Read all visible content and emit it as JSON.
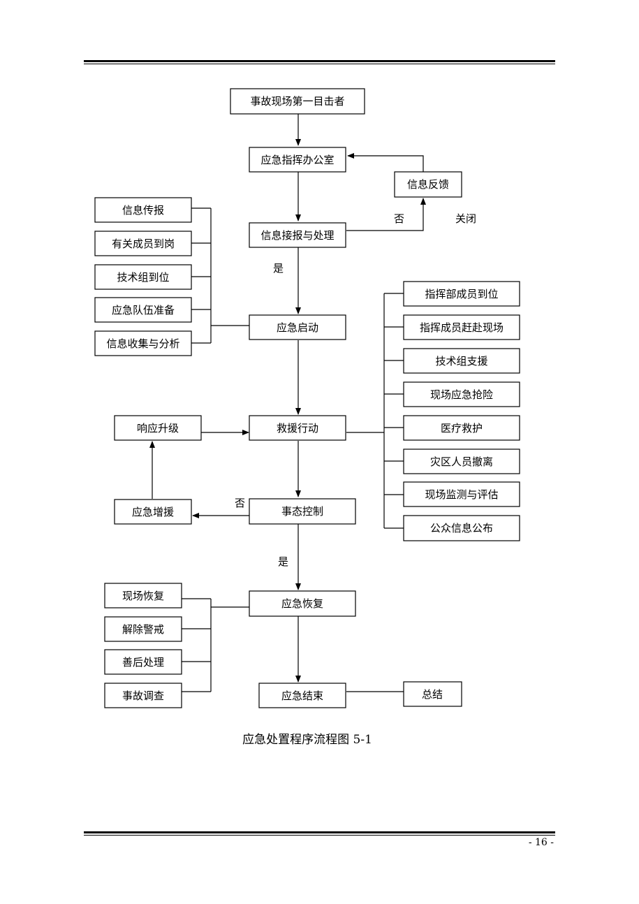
{
  "nodes": {
    "witness": "事故现场第一目击者",
    "office": "应急指挥办公室",
    "feedback": "信息反馈",
    "info_handling": "信息接报与处理",
    "info_report": "信息传报",
    "members_post": "有关成员到岗",
    "tech_group": "技术组到位",
    "team_ready": "应急队伍准备",
    "info_analysis": "信息收集与分析",
    "activation": "应急启动",
    "hq_members": "指挥部成员到位",
    "commanders_site": "指挥成员赶赴现场",
    "tech_support": "技术组支援",
    "site_rescue": "现场应急抢险",
    "medical": "医疗救护",
    "evacuation": "灾区人员撤离",
    "monitoring": "现场监测与评估",
    "public_info": "公众信息公布",
    "upgrade": "响应升级",
    "rescue": "救援行动",
    "reinforce": "应急增援",
    "control": "事态控制",
    "recovery": "应急恢复",
    "site_recovery": "现场恢复",
    "lift_alert": "解除警戒",
    "aftermath": "善后处理",
    "investigation": "事故调查",
    "end": "应急结束",
    "summary": "总结"
  },
  "edge_labels": {
    "no_1": "否",
    "close": "关闭",
    "yes_1": "是",
    "no_2": "否",
    "yes_2": "是"
  },
  "caption": "应急处置程序流程图 5-1",
  "page_number": "- 16 -"
}
